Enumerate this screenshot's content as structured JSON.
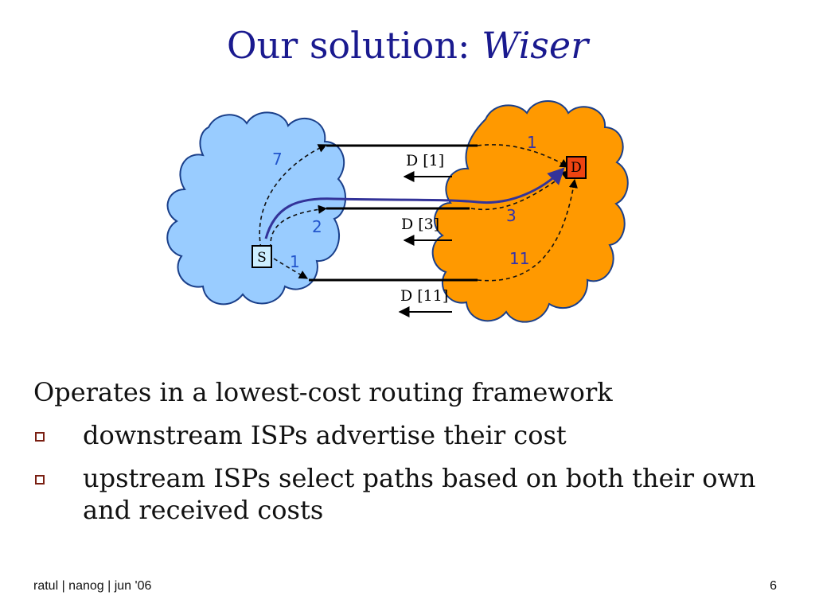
{
  "title": {
    "main": "Our solution: ",
    "emph": "Wiser"
  },
  "diagram": {
    "source_label": "S",
    "dest_label": "D",
    "upstream_costs": [
      "7",
      "2",
      "1"
    ],
    "downstream_costs": [
      "1",
      "3",
      "11"
    ],
    "advertisements": [
      "D [1]",
      "D [3]",
      "D [11]"
    ],
    "colors": {
      "upstream_cloud": "#99ccff",
      "downstream_cloud": "#ff9900",
      "selected_path": "#333399",
      "dest_fill": "#ee4411"
    }
  },
  "body": {
    "lead": "Operates in a lowest-cost routing framework",
    "bullets": [
      "downstream ISPs advertise their cost",
      "upstream ISPs select paths based on both their own and received costs"
    ]
  },
  "footer": {
    "left": "ratul | nanog | jun '06",
    "page": "6"
  }
}
